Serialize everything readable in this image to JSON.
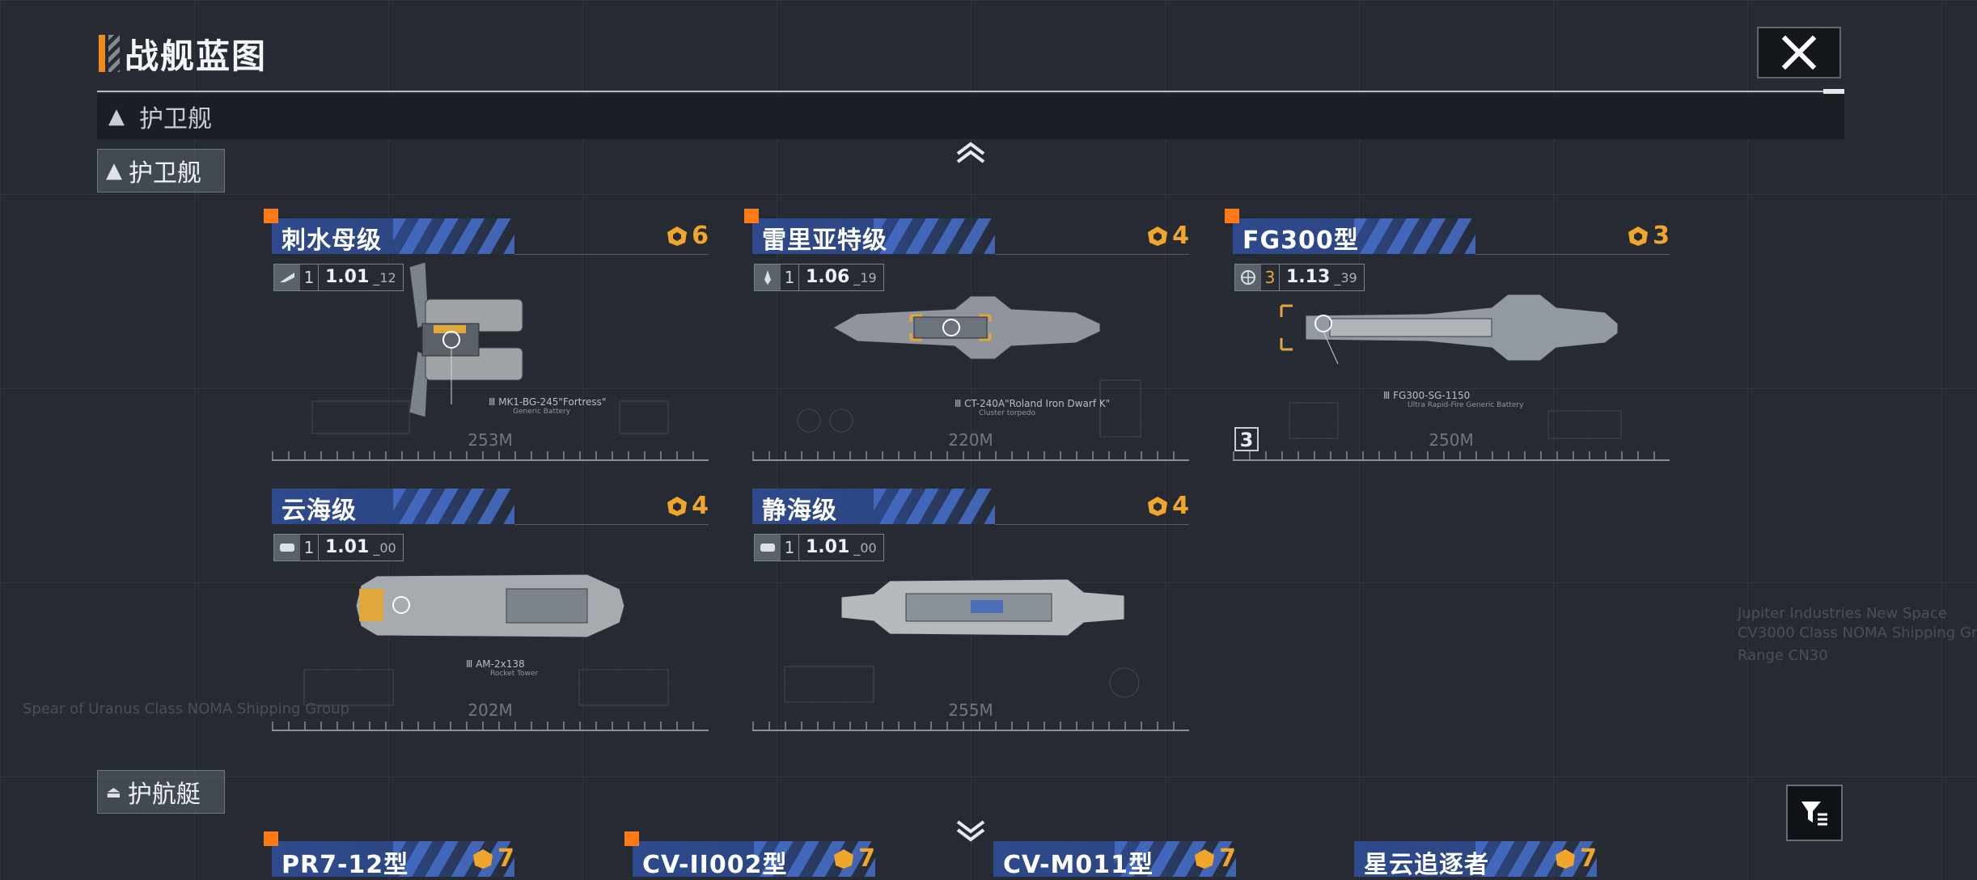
{
  "header": {
    "title": "战舰蓝图"
  },
  "category_bar": {
    "label": "护卫舰"
  },
  "side_tabs": [
    {
      "label": "护卫舰"
    },
    {
      "label": "护航艇"
    }
  ],
  "cards": [
    {
      "name": "刺水母级",
      "rank": "6",
      "tier": "1",
      "version": "1.01",
      "version_sub": "12",
      "length": "253M",
      "weapon": "Ⅲ MK1-BG-245\"Fortress\"",
      "weapon_sub": "Generic Battery"
    },
    {
      "name": "雷里亚特级",
      "rank": "4",
      "tier": "1",
      "version": "1.06",
      "version_sub": "19",
      "length": "220M",
      "weapon": "Ⅲ CT-240A\"Roland Iron Dwarf K\"",
      "weapon_sub": "Cluster torpedo"
    },
    {
      "name": "FG300型",
      "rank": "3",
      "tier": "3",
      "version": "1.13",
      "version_sub": "39",
      "length": "250M",
      "weapon": "Ⅲ FG300-SG-1150",
      "weapon_sub": "Ultra Rapid-Fire Generic Battery",
      "count_badge": "3"
    },
    {
      "name": "云海级",
      "rank": "4",
      "tier": "1",
      "version": "1.01",
      "version_sub": "00",
      "length": "202M",
      "weapon": "Ⅲ AM-2x138",
      "weapon_sub": "Rocket Tower"
    },
    {
      "name": "静海级",
      "rank": "4",
      "tier": "1",
      "version": "1.01",
      "version_sub": "00",
      "length": "255M",
      "weapon": "",
      "weapon_sub": ""
    }
  ],
  "partial_cards": [
    {
      "name": "PR7-12型",
      "rank": "7"
    },
    {
      "name": "CV-II002型",
      "rank": "7"
    },
    {
      "name": "CV-M011型",
      "rank": "7"
    },
    {
      "name": "星云追逐者",
      "rank": "7"
    }
  ],
  "background_text": {
    "left": "Spear of Uranus Class NOMA Shipping Group",
    "right1": "Jupiter Industries  New Space",
    "right2": "CV3000 Class NOMA Shipping Gr",
    "right3": "Range CN30"
  },
  "colors": {
    "accent": "#f08a1c",
    "rank": "#f0a62a",
    "band": "#2e4a8c"
  },
  "icons": {
    "close": "close-icon",
    "filter": "filter-icon",
    "rank": "rank-emblem-icon"
  }
}
